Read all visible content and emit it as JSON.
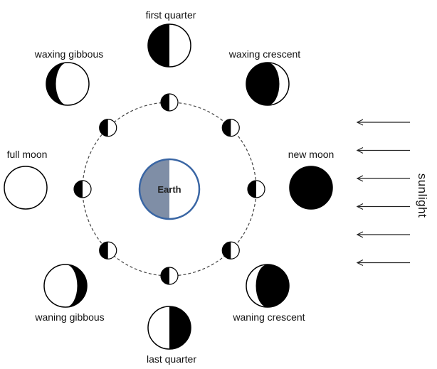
{
  "colors": {
    "earth_fill": "#7f8ea6",
    "earth_stroke": "#3a66a4",
    "moon_dark": "#000000",
    "moon_light": "#ffffff",
    "orbit": "#444444",
    "arrow": "#222222"
  },
  "earth": {
    "label": "Earth"
  },
  "sunlight": {
    "label": "sunlight",
    "arrow_count": 6
  },
  "phases": [
    {
      "id": "new-moon",
      "label": "new moon"
    },
    {
      "id": "waxing-crescent",
      "label": "waxing crescent"
    },
    {
      "id": "first-quarter",
      "label": "first quarter"
    },
    {
      "id": "waxing-gibbous",
      "label": "waxing gibbous"
    },
    {
      "id": "full-moon",
      "label": "full moon"
    },
    {
      "id": "waning-gibbous",
      "label": "waning gibbous"
    },
    {
      "id": "last-quarter",
      "label": "last quarter"
    },
    {
      "id": "waning-crescent",
      "label": "waning crescent"
    }
  ]
}
